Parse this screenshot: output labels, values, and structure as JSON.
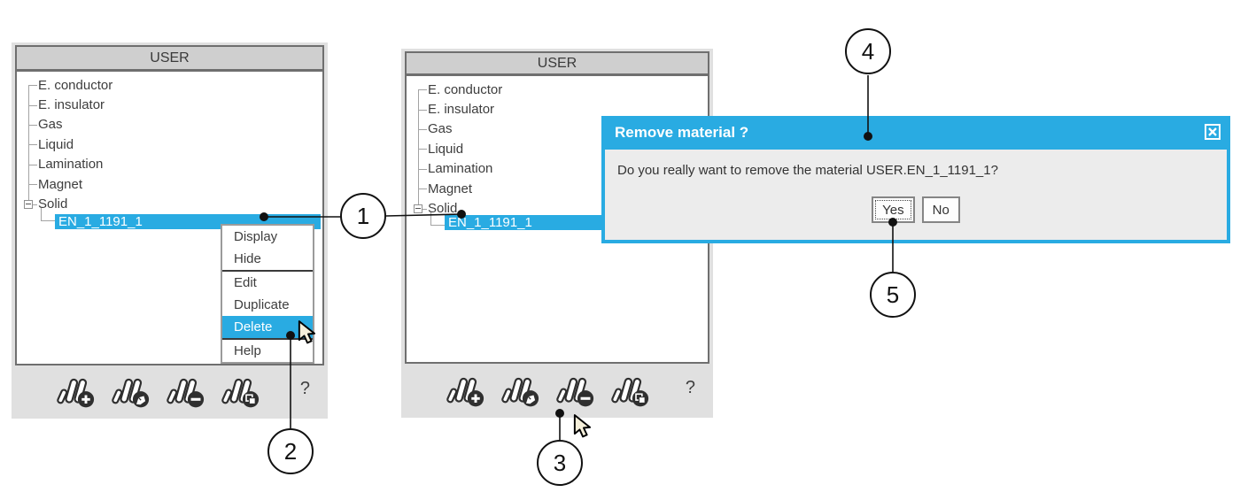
{
  "colors": {
    "accent": "#29ABE2",
    "panel_bg": "#e0e0e0",
    "header_bg": "#cfcfcf",
    "selection_text": "#ffffff"
  },
  "panels": [
    {
      "title": "USER",
      "tree": {
        "items": [
          "E. conductor",
          "E. insulator",
          "Gas",
          "Liquid",
          "Lamination",
          "Magnet",
          "Solid"
        ],
        "child": "EN_1_1191_1"
      },
      "toolbar": {
        "help": "?"
      }
    },
    {
      "title": "USER",
      "tree": {
        "items": [
          "E. conductor",
          "E. insulator",
          "Gas",
          "Liquid",
          "Lamination",
          "Magnet",
          "Solid"
        ],
        "child": "EN_1_1191_1"
      },
      "toolbar": {
        "help": "?"
      }
    }
  ],
  "context_menu": {
    "items": [
      "Display",
      "Hide",
      "Edit",
      "Duplicate",
      "Delete",
      "Help"
    ],
    "selected": "Delete"
  },
  "dialog": {
    "title": "Remove material ?",
    "message": "Do you really want to remove the material USER.EN_1_1191_1?",
    "yes": "Yes",
    "no": "No"
  },
  "callouts": [
    "1",
    "2",
    "3",
    "4",
    "5"
  ]
}
